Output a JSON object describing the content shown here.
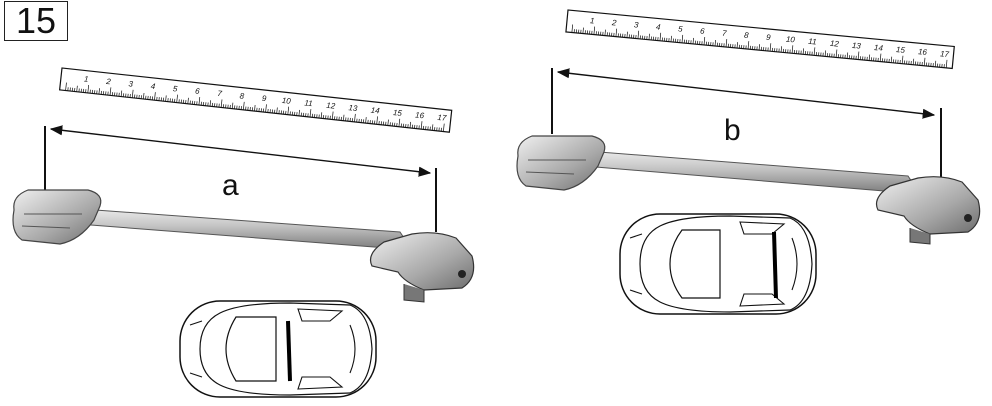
{
  "step_number": "15",
  "ruler_numbers": [
    "1",
    "2",
    "3",
    "4",
    "5",
    "6",
    "7",
    "8",
    "9",
    "10",
    "11",
    "12",
    "13",
    "14",
    "15",
    "16",
    "17"
  ],
  "panels": [
    {
      "id": "left",
      "measure_label": "a"
    },
    {
      "id": "right",
      "measure_label": "b"
    }
  ],
  "colors": {
    "line": "#111111",
    "bar_light": "#e6e6e6",
    "bar_dark": "#8a8a8a"
  }
}
